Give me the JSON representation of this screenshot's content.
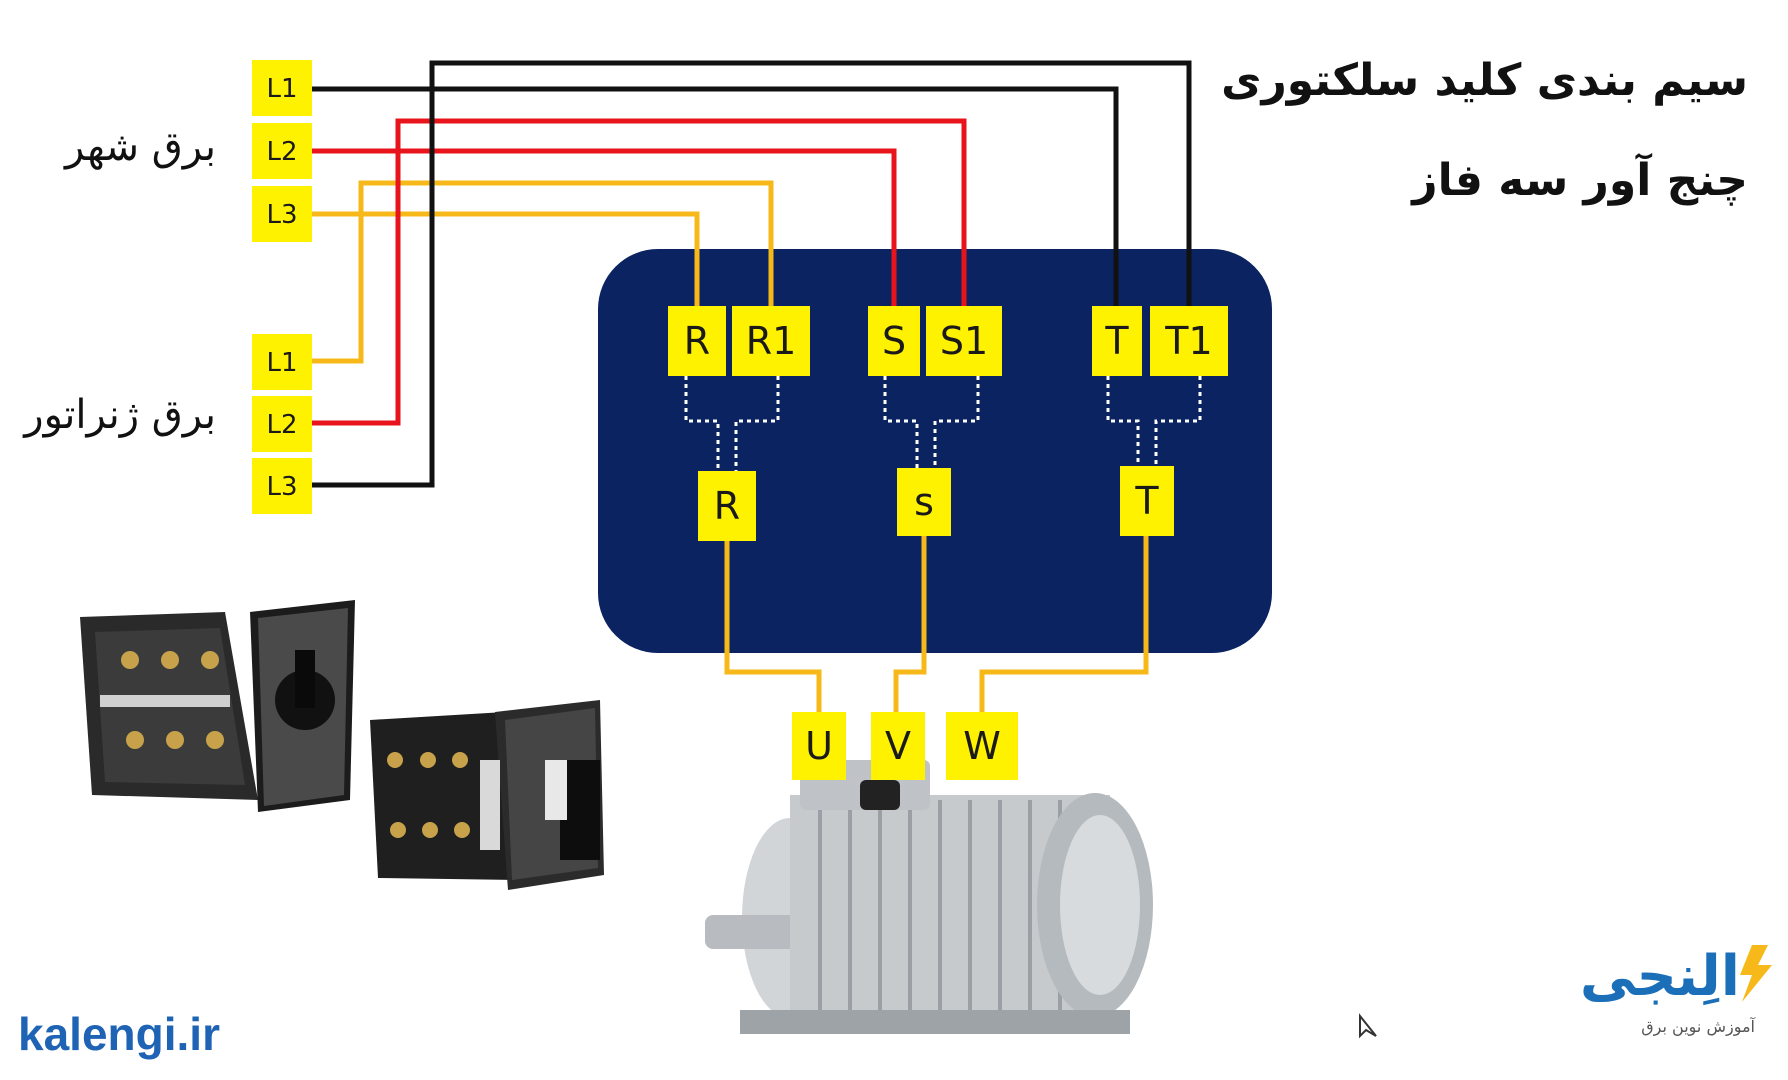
{
  "title": {
    "line1": "سیم بندی کلید سلکتوری",
    "line2": "چنج آور سه فاز"
  },
  "sources": {
    "city_label": "برق شهر",
    "generator_label": "برق ژنراتور",
    "city_terminals": [
      "L1",
      "L2",
      "L3"
    ],
    "generator_terminals": [
      "L1",
      "L2",
      "L3"
    ]
  },
  "switch": {
    "input_terminals": [
      "R",
      "R1",
      "S",
      "S1",
      "T",
      "T1"
    ],
    "output_terminals": [
      "R",
      "s",
      "T"
    ],
    "box_color": "#0b2360"
  },
  "motor": {
    "terminals": [
      "U",
      "V",
      "W"
    ]
  },
  "wire_colors": {
    "black": "#111111",
    "red": "#e8141b",
    "yellow": "#f7b81a"
  },
  "branding": {
    "watermark": "kalengi.ir",
    "logo_text": "الِنجی",
    "logo_tagline": "آموزش نوین برق"
  }
}
